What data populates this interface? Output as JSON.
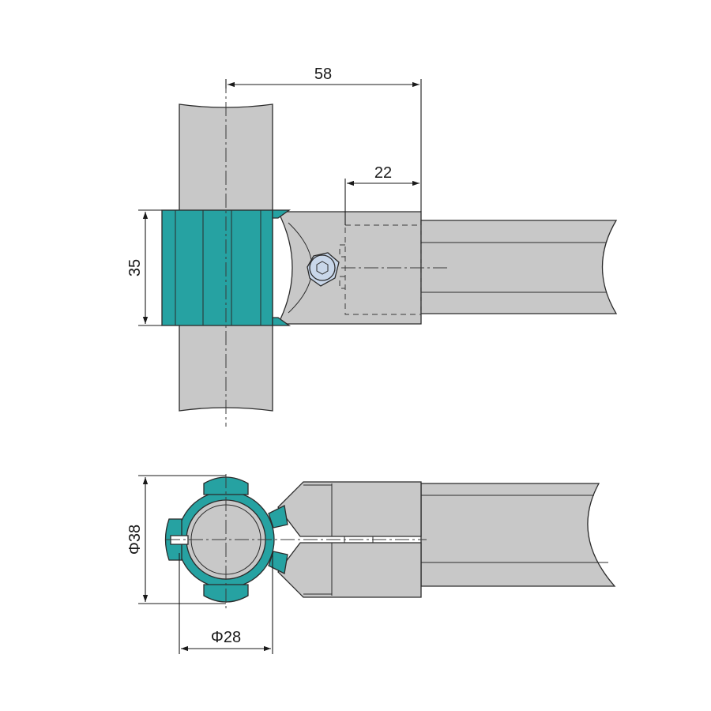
{
  "diagram": {
    "colors": {
      "tube_gray": "#c8c8c8",
      "tube_gray_dark": "#b6b6b6",
      "clamp_teal": "#26a2a2",
      "screw_blue": "#c9d7ea",
      "outline": "#2b2b2b",
      "background": "#ffffff"
    },
    "dimensions": {
      "offset_length": "58",
      "insert_depth": "22",
      "clamp_height": "35",
      "outer_diameter": "Φ38",
      "tube_diameter": "Φ28"
    },
    "icons": {
      "screw": "hex-socket-screw-icon"
    }
  }
}
